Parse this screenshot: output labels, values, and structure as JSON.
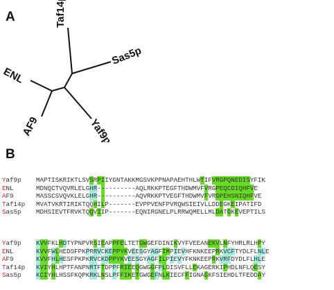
{
  "colors": {
    "identical": "#66dd22",
    "similar": "#a4ece0",
    "name_initial": "#e0201e"
  },
  "panel_a": {
    "label": "A",
    "tree_labels": {
      "taf14p": "Taf14p",
      "sas5p": "Sas5p",
      "enl": "ENL",
      "af9": "AF9",
      "yaf9p": "Yaf9p"
    }
  },
  "panel_b": {
    "label": "B",
    "blocks": [
      {
        "rows": [
          {
            "initial": "Y",
            "rest": "af9p",
            "seq": "MAPTISKRIKTLSVSRPIIYGNTAKKMGSVKPPNAPAEHTHLWTIFVRGPQNEDISYFIK",
            "hl": "..........gg..................................gg....gggggggg.....gg.gg"
          },
          {
            "initial": "E",
            "rest": "NL",
            "seq": "MDNQCTVQVRLELGHR----------AQLRKKPTEGFTHDWMVFVRGPEQCDIQHFVE",
            "hl": ""
          },
          {
            "initial": "A",
            "rest": "F9",
            "seq": "MASSCSVQVKLELGHR----------AQVRKKPTVEGFTHDWMVFVRGPEHSNIQHFVE",
            "hl": ""
          },
          {
            "initial": "T",
            "rest": "af14p",
            "seq": "MVATVKRTIRIKTQQHILP-------EVPPVENFPVRQWSIEIVLLDDEGKEIPATIFD",
            "hl": ""
          },
          {
            "initial": "S",
            "rest": "as5p",
            "seq": "MDHSIEVTFRVKTQQVIIP-------EQNIRGNELPLRRWQMELLMLDATGKEVEPTILS",
            "hl": ""
          }
        ]
      },
      {
        "rows": [
          {
            "initial": "Y",
            "rest": "af9p",
            "seq": "KVVFKLHDTYPNPVRSIEAPPFELTETGWGEFDINIKVYFVEEANEKVLNFYHRLRLHPY",
            "hl": ""
          },
          {
            "initial": "E",
            "rest": "NL",
            "seq": "KVVFWLHEDSFPKPRRVCKEPPYKVEESGYAGFIMPIEVHFKNKEEPRKVCFTYDLFLNLE",
            "hl": ""
          },
          {
            "initial": "A",
            "rest": "F9",
            "seq": "KVVFHLHESFPKPKRVCKDPPYKVEESGYAGFILPIEVYFKNKEEPRKVRFDYDLFLHLE",
            "hl": ""
          },
          {
            "initial": "T",
            "rest": "af14p",
            "seq": "KVIYHLHPTFANPNRTFTDPPFRIEEQGWGGFPLDISVFLLEKAGERKIPHDLNFLQESY",
            "hl": ""
          },
          {
            "initial": "S",
            "rest": "as5p",
            "seq": "KCIYHLHSSFKQPKRKLNSLPFFIKETGWGEFNLKIECFFIGNAGKFSIEHDLTFEDDAY",
            "hl": ""
          }
        ]
      }
    ]
  }
}
